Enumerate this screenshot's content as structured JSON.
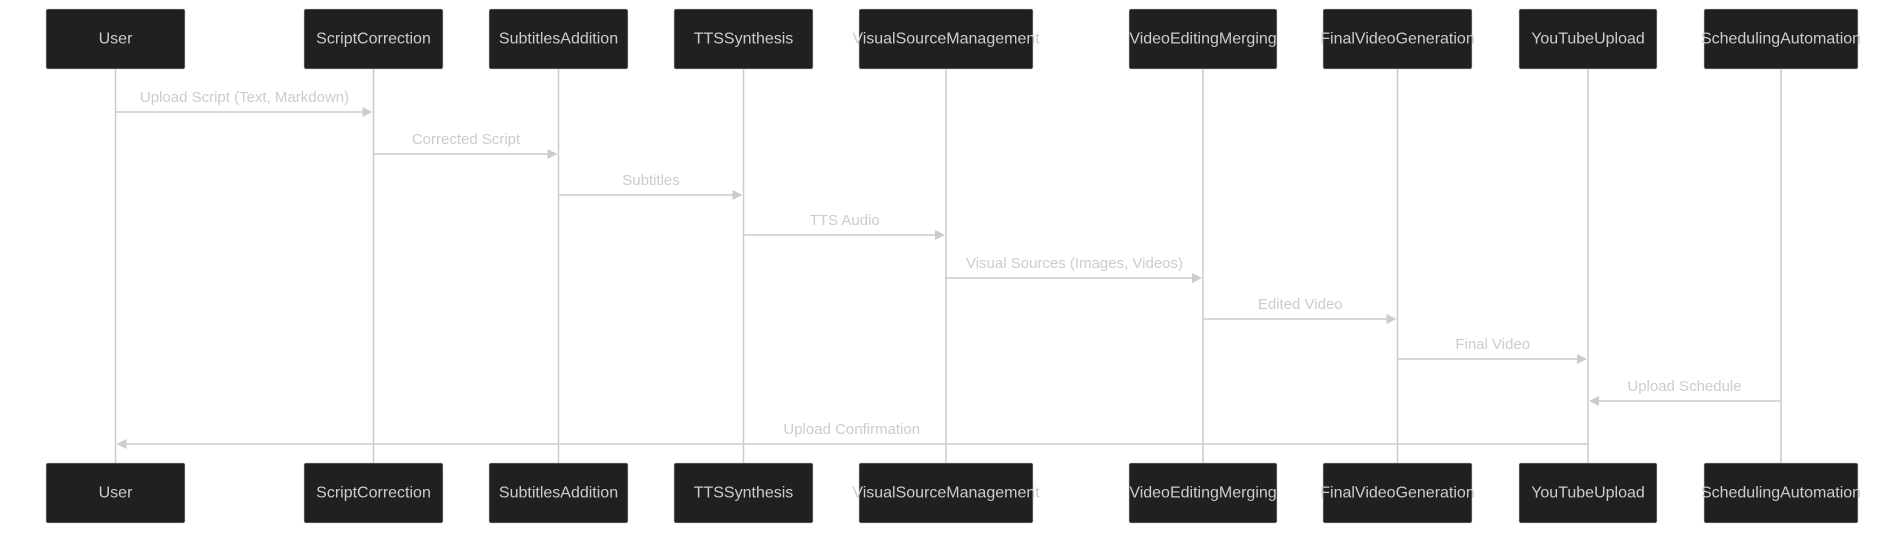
{
  "participants": [
    {
      "id": "user",
      "label": "User"
    },
    {
      "id": "script-correction",
      "label": "ScriptCorrection"
    },
    {
      "id": "subtitles-addition",
      "label": "SubtitlesAddition"
    },
    {
      "id": "tts-synthesis",
      "label": "TTSSynthesis"
    },
    {
      "id": "visual-source-management",
      "label": "VisualSourceManagement"
    },
    {
      "id": "video-editing-merging",
      "label": "VideoEditingMerging"
    },
    {
      "id": "final-video-generation",
      "label": "FinalVideoGeneration"
    },
    {
      "id": "youtube-upload",
      "label": "YouTubeUpload"
    },
    {
      "id": "scheduling-automation",
      "label": "SchedulingAutomation"
    }
  ],
  "messages": [
    {
      "from": 0,
      "to": 1,
      "label": "Upload Script (Text, Markdown)"
    },
    {
      "from": 1,
      "to": 2,
      "label": "Corrected Script"
    },
    {
      "from": 2,
      "to": 3,
      "label": "Subtitles"
    },
    {
      "from": 3,
      "to": 4,
      "label": "TTS Audio"
    },
    {
      "from": 4,
      "to": 5,
      "label": "Visual Sources (Images, Videos)"
    },
    {
      "from": 5,
      "to": 6,
      "label": "Edited Video"
    },
    {
      "from": 6,
      "to": 7,
      "label": "Final Video"
    },
    {
      "from": 8,
      "to": 7,
      "label": "Upload Schedule"
    },
    {
      "from": 7,
      "to": 0,
      "label": "Upload Confirmation"
    }
  ],
  "colors": {
    "box_fill": "#1f2020",
    "line": "#cccccc",
    "text": "#cccccc",
    "background": "#ffffff"
  }
}
